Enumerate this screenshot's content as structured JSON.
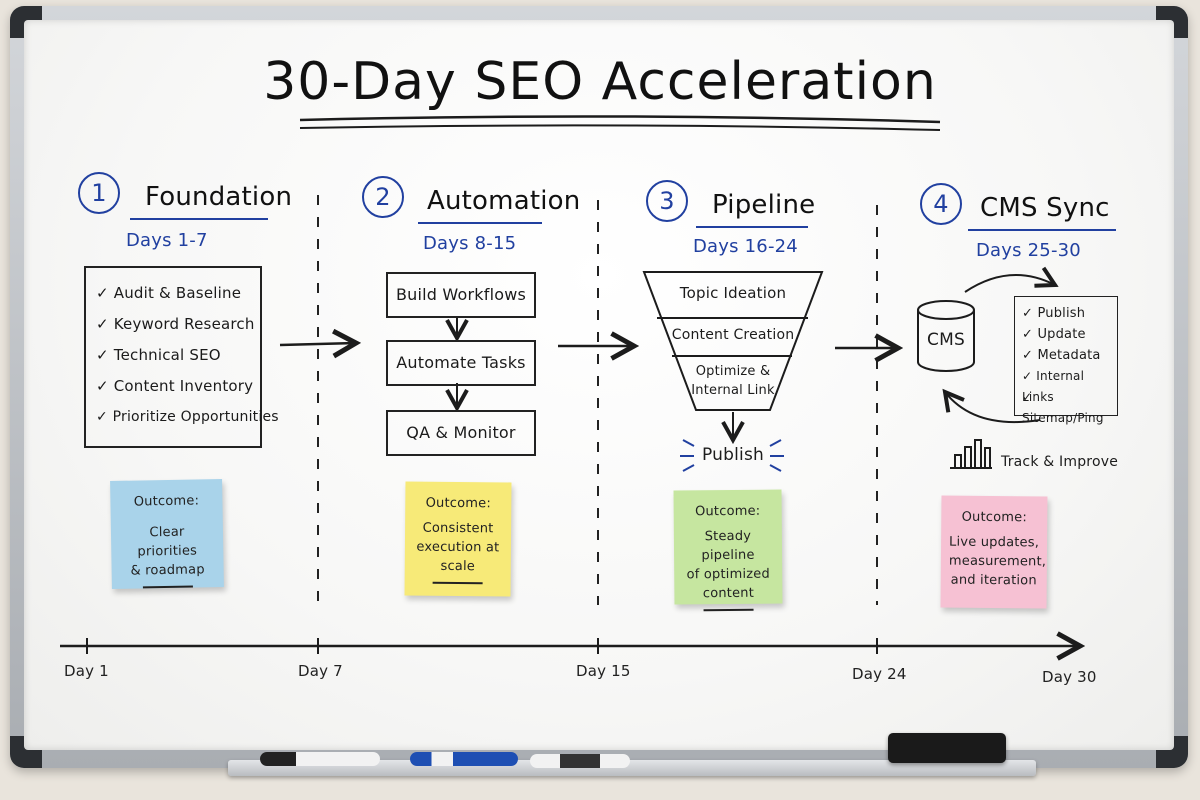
{
  "title": "30-Day SEO Acceleration",
  "phases": [
    {
      "number": "1",
      "name": "Foundation",
      "days": "Days 1-7"
    },
    {
      "number": "2",
      "name": "Automation",
      "days": "Days 8-15"
    },
    {
      "number": "3",
      "name": "Pipeline",
      "days": "Days 16-24"
    },
    {
      "number": "4",
      "name": "CMS Sync",
      "days": "Days 25-30"
    }
  ],
  "foundation": {
    "checklist": [
      "Audit & Baseline",
      "Keyword Research",
      "Technical SEO",
      "Content Inventory",
      "Prioritize Opportunities"
    ]
  },
  "automation": {
    "steps": [
      "Build Workflows",
      "Automate Tasks",
      "QA & Monitor"
    ]
  },
  "pipeline": {
    "funnel": [
      "Topic Ideation",
      "Content Creation",
      "Optimize &",
      "Internal Link"
    ],
    "output": "Publish"
  },
  "cms": {
    "node": "CMS",
    "actions": [
      "Publish",
      "Update",
      "Metadata",
      "Internal Links",
      "Sitemap/Ping"
    ],
    "track": "Track & Improve"
  },
  "notes": [
    {
      "heading": "Outcome:",
      "lines": [
        "Clear priorities",
        "& roadmap"
      ],
      "color": "#a9d3ea"
    },
    {
      "heading": "Outcome:",
      "lines": [
        "Consistent",
        "execution at",
        "scale"
      ],
      "color": "#f7ea78"
    },
    {
      "heading": "Outcome:",
      "lines": [
        "Steady pipeline",
        "of optimized",
        "content"
      ],
      "color": "#c6e6a0"
    },
    {
      "heading": "Outcome:",
      "lines": [
        "Live updates,",
        "measurement,",
        "and iteration"
      ],
      "color": "#f6c1d3"
    }
  ],
  "timeline": [
    "Day 1",
    "Day 7",
    "Day 15",
    "Day 24",
    "Day 30"
  ],
  "colors": {
    "ink": "#1c1c1c",
    "accent_blue": "#2140a0"
  }
}
